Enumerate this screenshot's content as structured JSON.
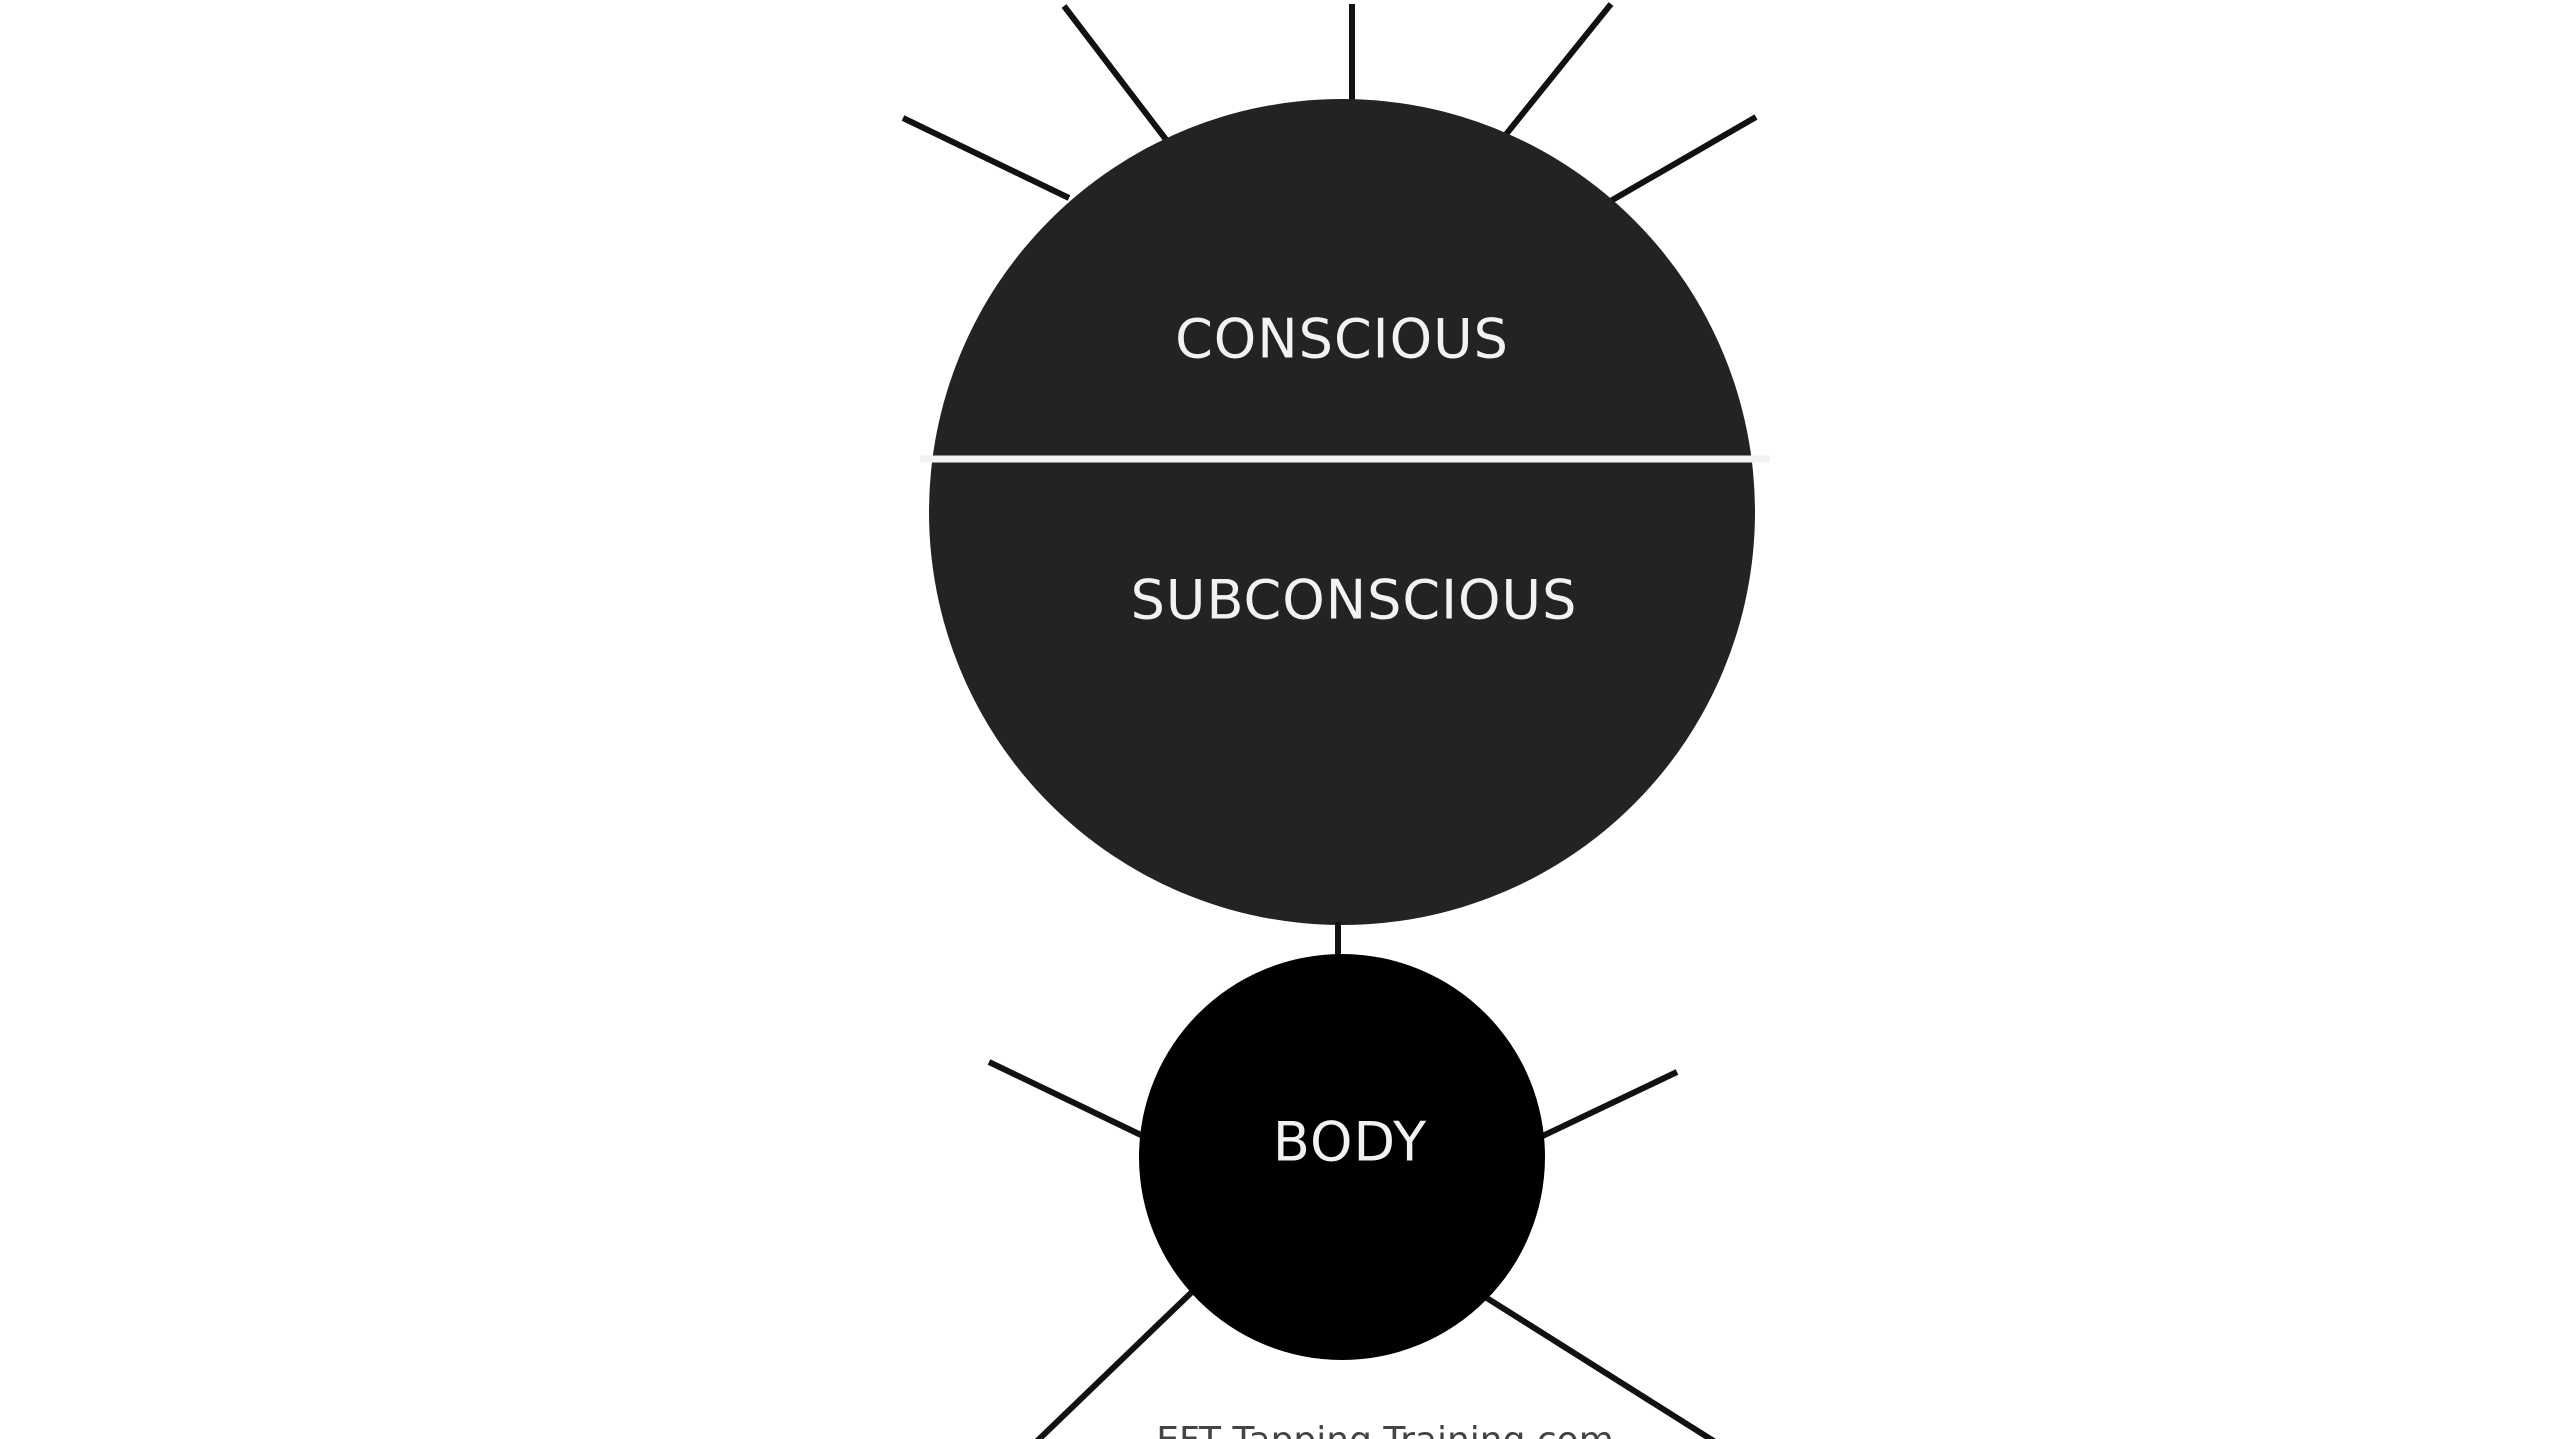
{
  "diagram": {
    "labels": {
      "conscious": "CONSCIOUS",
      "subconscious": "SUBCONSCIOUS",
      "body": "BODY"
    },
    "credit": "EFT Tapping Training.com"
  },
  "colors": {
    "background": "#ffffff",
    "mind_fill": "#232323",
    "body_fill": "#000000",
    "divider": "#f2f2f2",
    "label_text": "#f2f2f2",
    "ray_stroke": "#111111",
    "credit_text": "#444444"
  }
}
